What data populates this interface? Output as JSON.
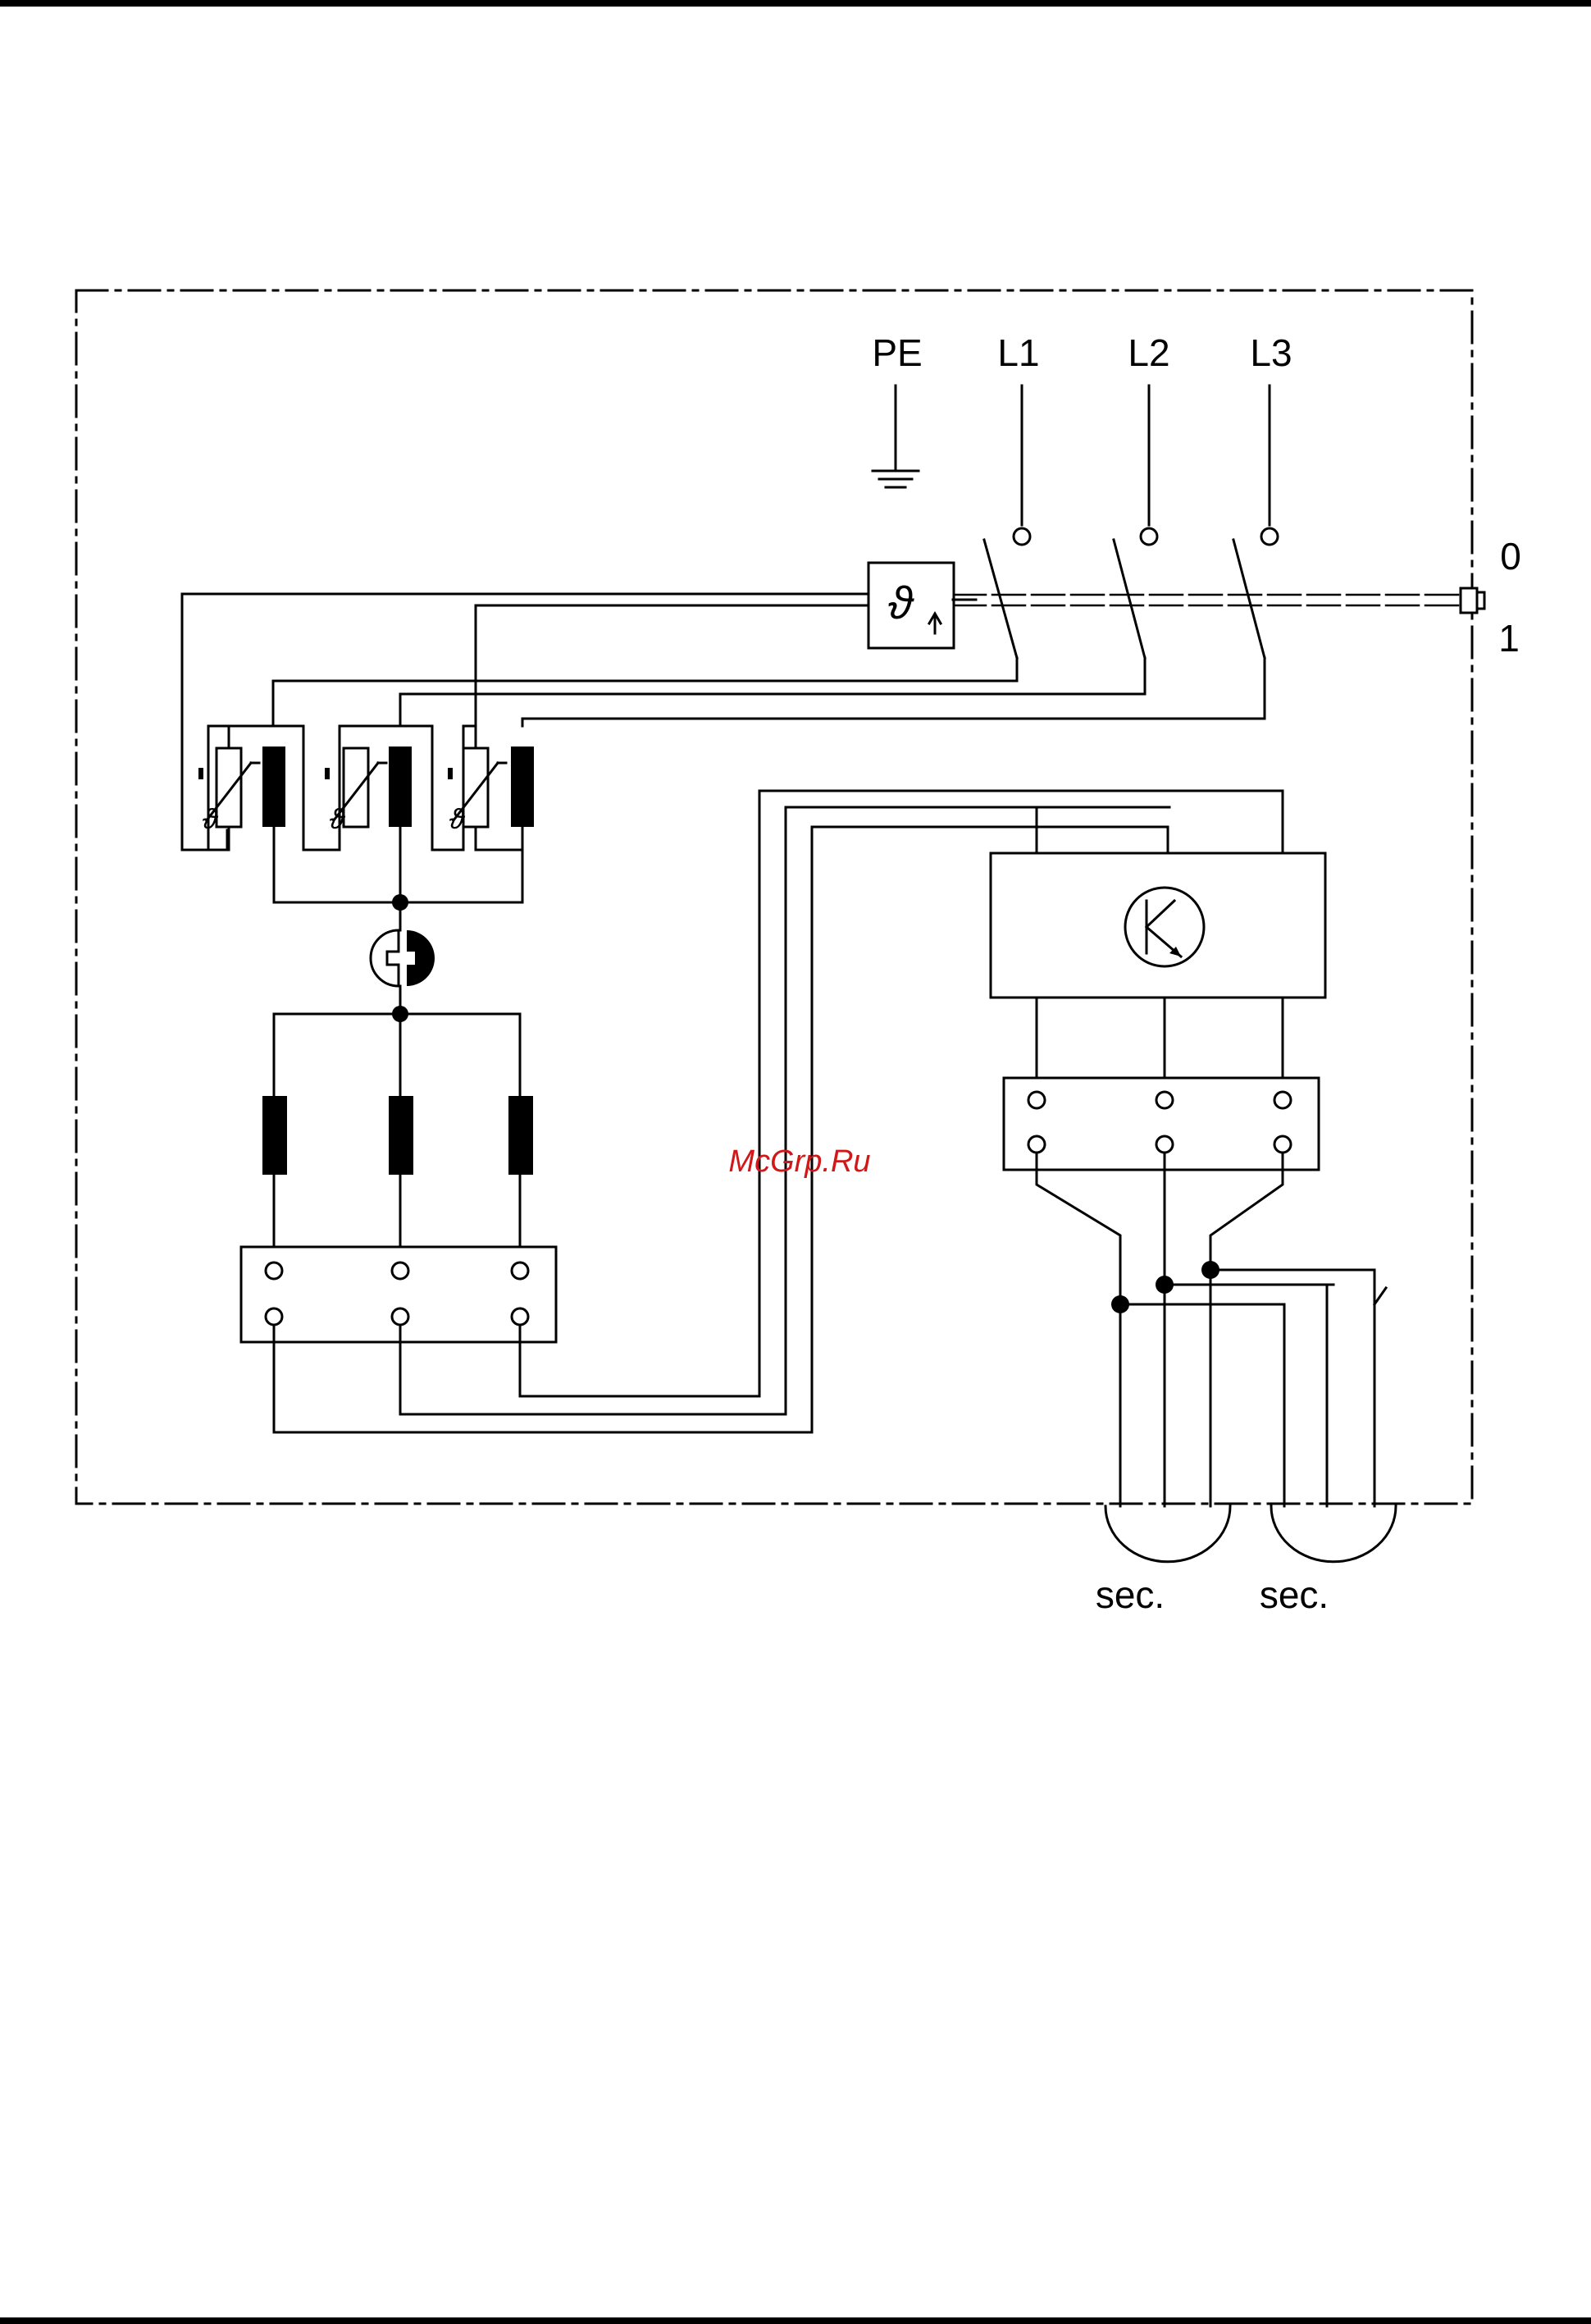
{
  "supply": {
    "pe": "PE",
    "l1": "L1",
    "l2": "L2",
    "l3": "L3"
  },
  "main_switch": {
    "off_label": "0",
    "on_label": "1"
  },
  "outputs": {
    "secondary_1": "sec.",
    "secondary_2": "sec."
  },
  "watermark": "McGrp.Ru",
  "colors": {
    "line": "#000000",
    "watermark": "#d01818",
    "background": "#ffffff"
  }
}
